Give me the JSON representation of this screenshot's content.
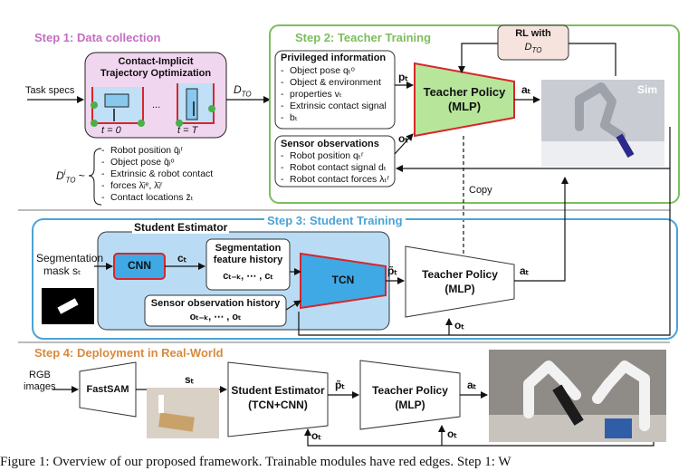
{
  "step1": {
    "title": "Step 1: Data collection",
    "trajopt_title_line1": "Contact-Implicit",
    "trajopt_title_line2": "Trajectory Optimization",
    "t0": "t = 0",
    "tT": "t = T",
    "ellipsis": "...",
    "task_specs": "Task specs",
    "dto": "D",
    "dto_sub": "TO",
    "dist_lhs": "D",
    "dist_lhs_sup": "i",
    "dist_lhs_sub": "TO",
    "dist_tilde": "~",
    "list": [
      "Robot position q̄ᵢʳ",
      "Object pose q̄ᵢᵒ",
      "Extrinsic & robot contact",
      "forces λ̄ᵢᵉ, λ̄ᵢʳ",
      "Contact locations z̄ₜ"
    ]
  },
  "step2": {
    "title": "Step 2: Teacher Training",
    "rl_line1": "RL with",
    "rl_line2": "D",
    "rl_line2_sub": "TO",
    "priv_title": "Privileged information",
    "priv_list": [
      "Object pose qₜᵒ",
      "Object & environment",
      "properties vₜ",
      "Extrinsic contact signal",
      "bₜ"
    ],
    "sensor_title": "Sensor observations",
    "sensor_list": [
      "Robot position qₜʳ",
      "Robot contact signal dₜ",
      "Robot contact forces λₜʳ"
    ],
    "pt": "pₜ",
    "ot": "oₜ",
    "at": "aₜ",
    "teacher_line1": "Teacher Policy",
    "teacher_line2": "(MLP)",
    "sim": "Sim",
    "copy": "Copy"
  },
  "step3": {
    "title": "Step 3: Student Training",
    "estimator_title": "Student Estimator",
    "seg_mask_line1": "Segmentation",
    "seg_mask_line2": "mask sₜ",
    "cnn": "CNN",
    "ct": "cₜ",
    "seg_hist_line1": "Segmentation",
    "seg_hist_line2": "feature history",
    "seg_hist_line3": "cₜ₋ₖ, ⋯ , cₜ",
    "tcn": "TCN",
    "p_tilde": "p̃ₜ",
    "teacher_line1": "Teacher Policy",
    "teacher_line2": "(MLP)",
    "at": "aₜ",
    "ot": "oₜ",
    "sensor_hist_line1": "Sensor observation history",
    "sensor_hist_line2": "oₜ₋ₖ, ⋯ , oₜ"
  },
  "step4": {
    "title": "Step 4: Deployment in Real-World",
    "rgb_line1": "RGB",
    "rgb_line2": "images",
    "fastsam": "FastSAM",
    "st": "sₜ",
    "student_line1": "Student Estimator",
    "student_line2": "(TCN+CNN)",
    "p_tilde": "p̃ₜ",
    "teacher_line1": "Teacher Policy",
    "teacher_line2": "(MLP)",
    "at": "aₜ",
    "ot1": "oₜ",
    "ot2": "oₜ"
  },
  "caption": "Figure 1: Overview of our proposed framework. Trainable modules have red edges. Step 1: W",
  "colors": {
    "step1": "#c36fc1",
    "step2": "#7cbd5c",
    "step3": "#4aa3d6",
    "step4": "#d98a3b",
    "green_box": "#b7e59a",
    "blue_box": "#b9dcf4",
    "cnn_blue": "#3fa9e6",
    "red_edge": "#d8262a",
    "purple_box": "#f1d6f0"
  }
}
